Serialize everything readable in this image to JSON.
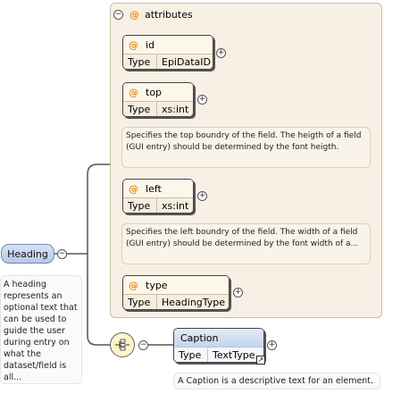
{
  "attributes_group": {
    "title": "attributes",
    "collapse_symbol": "−",
    "items": [
      {
        "name": "id",
        "type_key": "Type",
        "type_value": "EpiDataID",
        "doc": ""
      },
      {
        "name": "top",
        "type_key": "Type",
        "type_value": "xs:int",
        "doc": "Specifies the top boundry of the field. The heigth of a field (GUI entry) should be determined by the font heigth."
      },
      {
        "name": "left",
        "type_key": "Type",
        "type_value": "xs:int",
        "doc": "Specifies the left boundry of the field. The width of a field (GUI entry) should be determined by the font width of a..."
      },
      {
        "name": "type",
        "type_key": "Type",
        "type_value": "HeadingType",
        "doc": ""
      }
    ]
  },
  "heading": {
    "name": "Heading",
    "doc": "A heading represents an optional text that can be used to guide the user during entry on what the dataset/field is all..."
  },
  "caption": {
    "name": "Caption",
    "type_key": "Type",
    "type_value": "TextType",
    "doc": "A Caption is a descriptive text for an element."
  },
  "symbols": {
    "at": "@",
    "plus": "+",
    "minus": "−"
  }
}
